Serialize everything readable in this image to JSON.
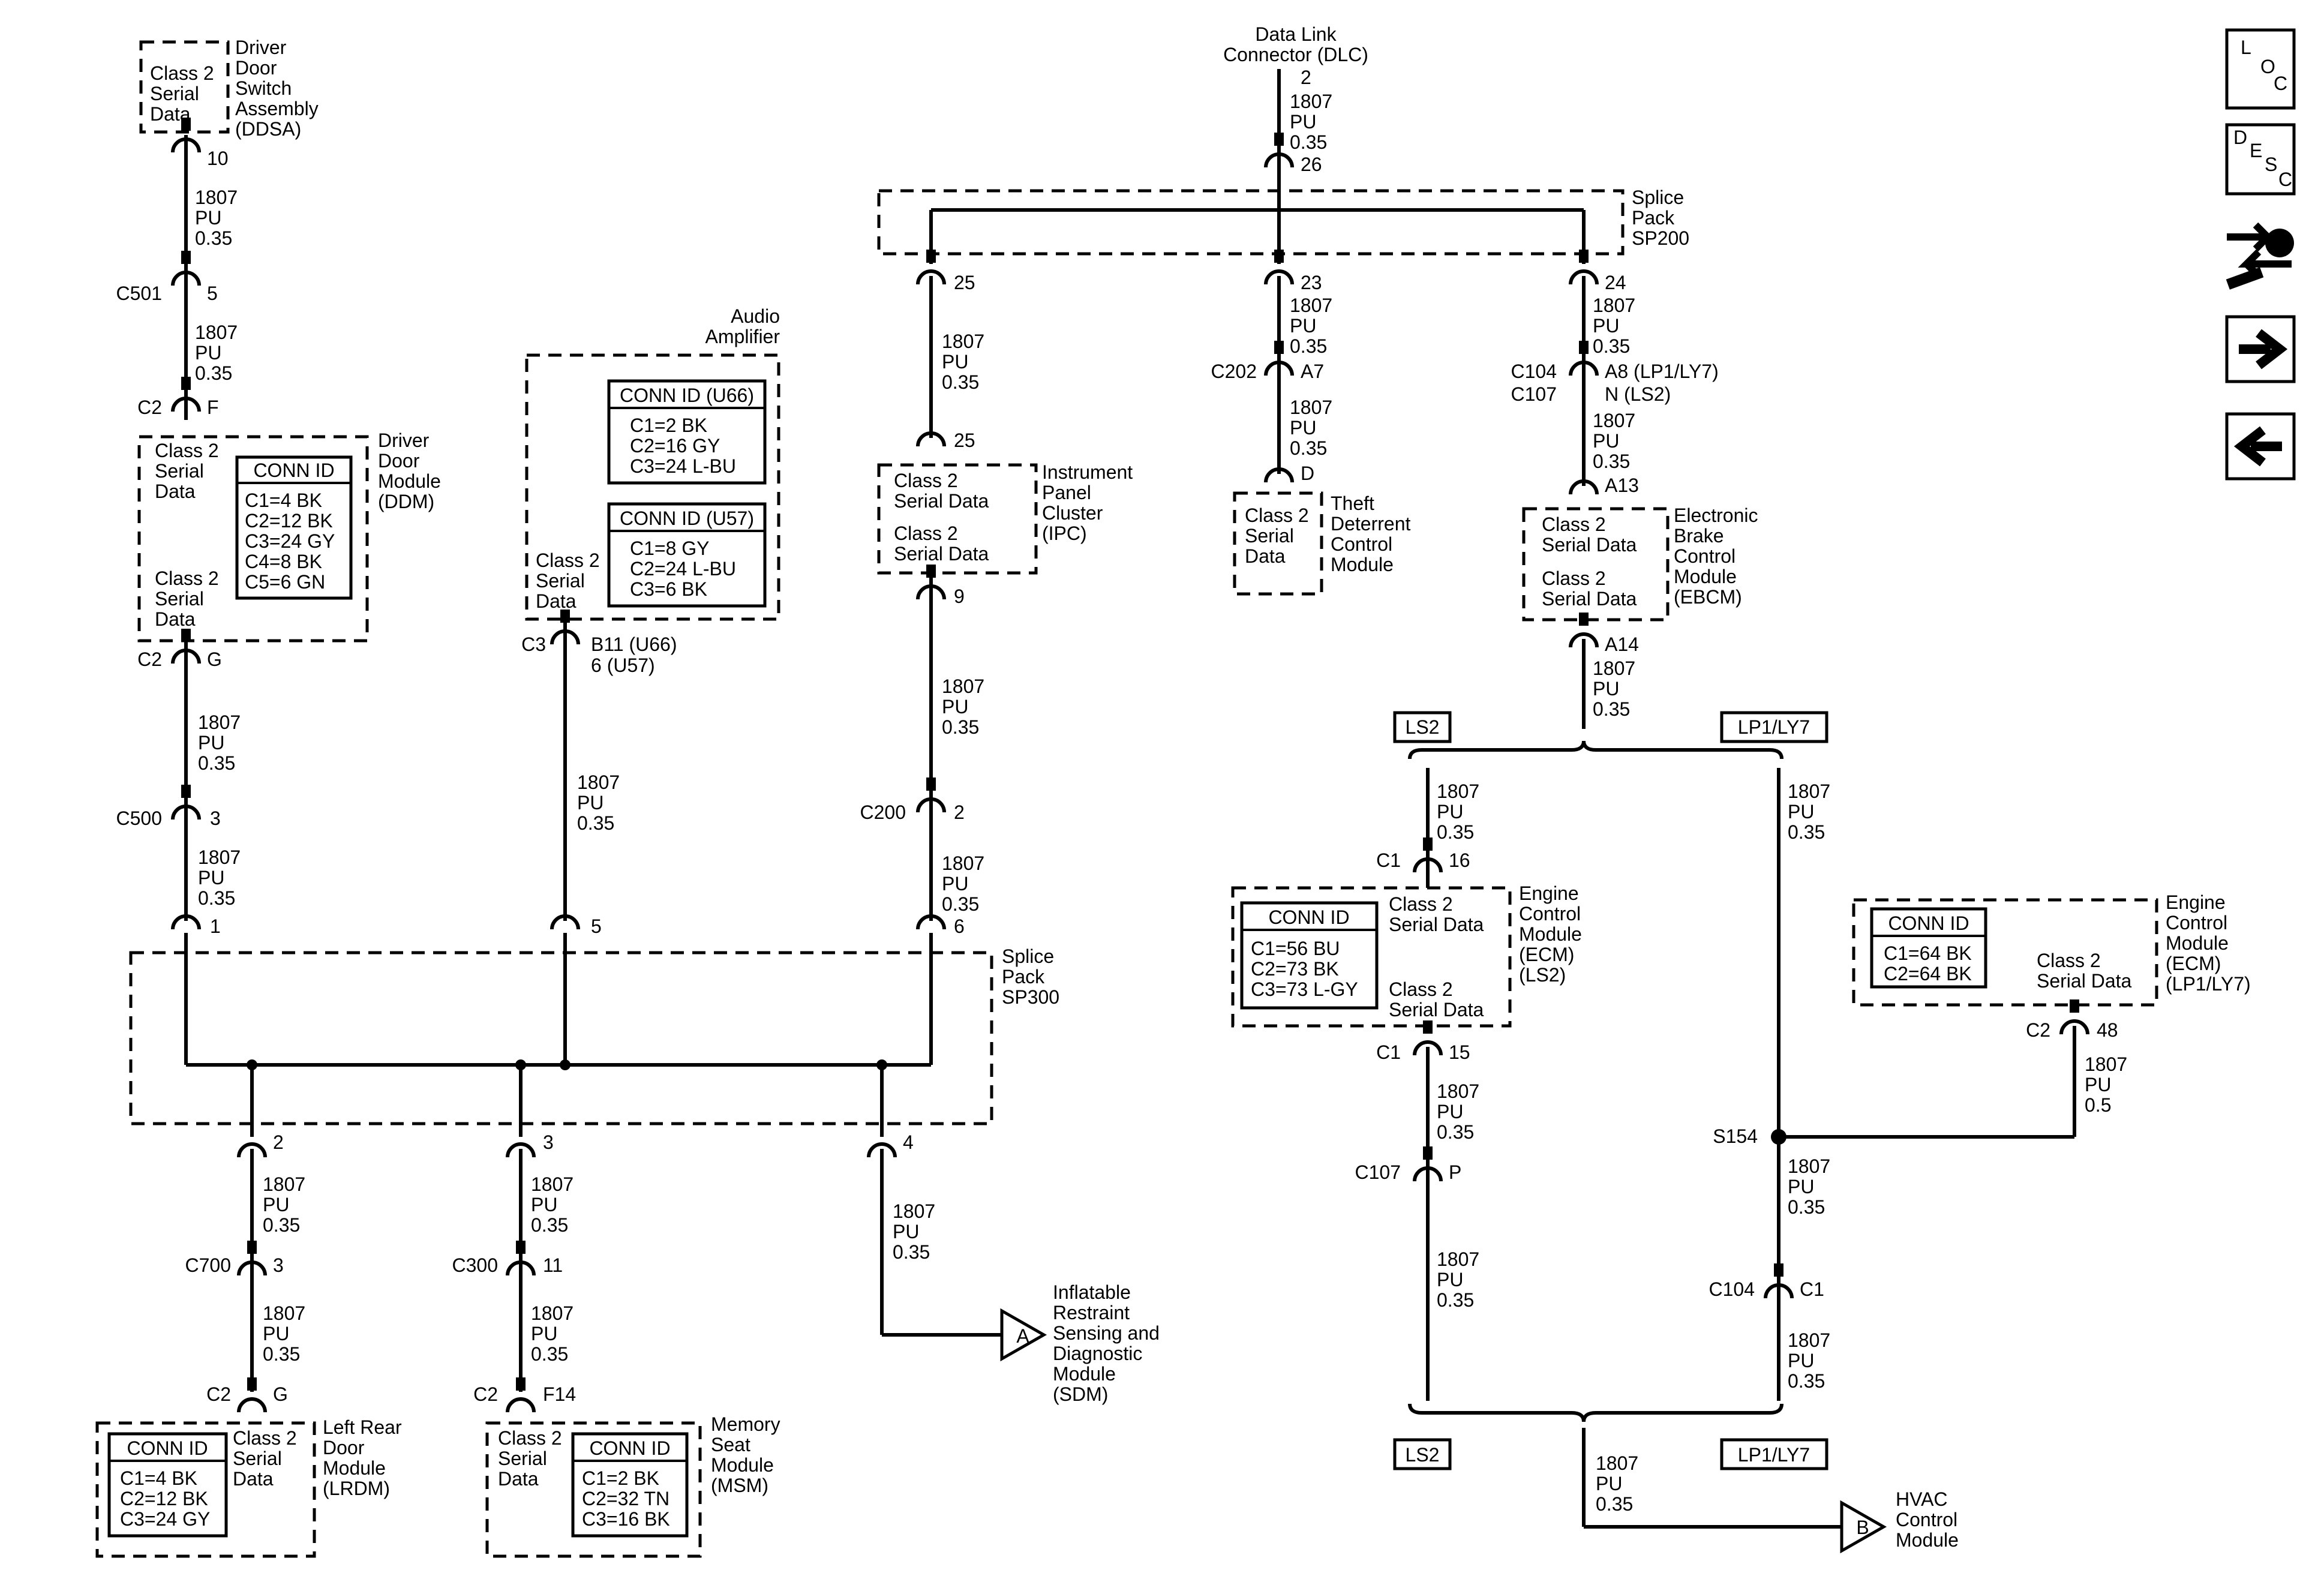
{
  "wire": {
    "circuit": "1807",
    "color": "PU",
    "size": "0.35",
    "size_alt": "0.5"
  },
  "common": {
    "class2": "Class 2",
    "serial_data": "Serial Data",
    "serial": "Serial",
    "data": "Data",
    "conn_id": "CONN ID"
  },
  "ddsa": {
    "name": [
      "Driver",
      "Door",
      "Switch",
      "Assembly",
      "(DDSA)"
    ],
    "pin": "10"
  },
  "c501": {
    "conn": "C501",
    "pin": "5"
  },
  "ddm": {
    "name": [
      "Driver",
      "Door",
      "Module",
      "(DDM)"
    ],
    "top_conn": "C2",
    "top_pin": "F",
    "bottom_conn": "C2",
    "bottom_pin": "G",
    "conn_ids": [
      "C1=4 BK",
      "C2=12 BK",
      "C3=24 GY",
      "C4=8 BK",
      "C5=6 GN"
    ]
  },
  "c500": {
    "conn": "C500",
    "pin": "3"
  },
  "amp": {
    "name": [
      "Audio",
      "Amplifier"
    ],
    "conn_u66_title": "CONN ID (U66)",
    "conn_u66": [
      "C1=2 BK",
      "C2=16 GY",
      "C3=24 L-BU"
    ],
    "conn_u57_title": "CONN ID (U57)",
    "conn_u57": [
      "C1=8 GY",
      "C2=24 L-BU",
      "C3=6 BK"
    ],
    "conn": "C3",
    "pin_a": "B11 (U66)",
    "pin_b": "6 (U57)"
  },
  "sp300": {
    "name": [
      "Splice",
      "Pack",
      "SP300"
    ],
    "pins_top": [
      "1",
      "5",
      "6"
    ],
    "pins_bottom": [
      "2",
      "3",
      "4"
    ]
  },
  "dlc": {
    "name": [
      "Data Link",
      "Connector (DLC)"
    ],
    "pin": "2"
  },
  "sp200": {
    "name": [
      "Splice",
      "Pack",
      "SP200"
    ],
    "pin_top": "26",
    "pins_bottom": [
      "25",
      "23",
      "24"
    ]
  },
  "ipc": {
    "name": [
      "Instrument",
      "Panel",
      "Cluster",
      "(IPC)"
    ],
    "top_pin": "25",
    "bottom_pin": "9"
  },
  "c200": {
    "conn": "C200",
    "pin": "2"
  },
  "tdcm": {
    "name": [
      "Theft",
      "Deterrent",
      "Control",
      "Module"
    ],
    "pin": "D"
  },
  "c202": {
    "conn": "C202",
    "pin": "A7"
  },
  "c104_top": {
    "conn": "C104",
    "pin": "A8 (LP1/LY7)"
  },
  "c107_top": {
    "conn": "C107",
    "pin": "N (LS2)"
  },
  "ebcm": {
    "name": [
      "Electronic",
      "Brake",
      "Control",
      "Module",
      "(EBCM)"
    ],
    "top_pin": "A13",
    "bottom_pin": "A14"
  },
  "options": {
    "ls2": "LS2",
    "lp1": "LP1/LY7"
  },
  "ecm_ls2": {
    "name": [
      "Engine",
      "Control",
      "Module",
      "(ECM)",
      "(LS2)"
    ],
    "top_conn": "C1",
    "top_pin": "16",
    "bottom_conn": "C1",
    "bottom_pin": "15",
    "conn_ids": [
      "C1=56 BU",
      "C2=73 BK",
      "C3=73 L-GY"
    ]
  },
  "ecm_lp1": {
    "name": [
      "Engine",
      "Control",
      "Module",
      "(ECM)",
      "(LP1/LY7)"
    ],
    "conn": "C2",
    "pin": "48",
    "conn_ids": [
      "C1=64 BK",
      "C2=64 BK"
    ]
  },
  "c107_bottom": {
    "conn": "C107",
    "pin": "P"
  },
  "s154": {
    "label": "S154"
  },
  "c104_bottom": {
    "conn": "C104",
    "pin": "C1"
  },
  "sdm": {
    "name": [
      "Inflatable",
      "Restraint",
      "Sensing and",
      "Diagnostic",
      "Module",
      "(SDM)"
    ],
    "marker": "A"
  },
  "hvac": {
    "name": [
      "HVAC",
      "Control",
      "Module"
    ],
    "marker": "B"
  },
  "c700": {
    "conn": "C700",
    "pin": "3"
  },
  "c300": {
    "conn": "C300",
    "pin": "11"
  },
  "lrdm": {
    "name": [
      "Left Rear",
      "Door",
      "Module",
      "(LRDM)"
    ],
    "conn": "C2",
    "pin": "G",
    "conn_ids": [
      "C1=4 BK",
      "C2=12 BK",
      "C3=24 GY"
    ]
  },
  "msm": {
    "name": [
      "Memory",
      "Seat",
      "Module",
      "(MSM)"
    ],
    "conn": "C2",
    "pin": "F14",
    "conn_ids": [
      "C1=2 BK",
      "C2=32 TN",
      "C3=16 BK"
    ]
  },
  "nav": {
    "loc": [
      "L",
      "O",
      "C"
    ],
    "desc": [
      "D",
      "E",
      "S",
      "C"
    ]
  },
  "icons": [
    "loc-icon",
    "desc-icon",
    "wrench-icon",
    "arrow-right-icon",
    "arrow-left-icon"
  ]
}
